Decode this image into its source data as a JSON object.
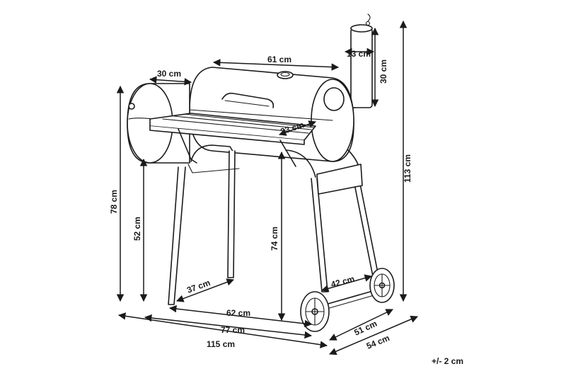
{
  "dimensions": {
    "firebox_top_length": "61 cm",
    "chimney_diameter": "13 cm",
    "chimney_height": "30 cm",
    "side_box_length": "30 cm",
    "shelf_depth": "23 cm",
    "total_height": "113 cm",
    "side_height": "78 cm",
    "side_shelf_height": "52 cm",
    "front_shelf_height": "74 cm",
    "leg_span": "37 cm",
    "wheel_axle": "42 cm",
    "base_length_62": "62 cm",
    "base_length_77": "77 cm",
    "total_length": "115 cm",
    "depth_51": "51 cm",
    "depth_54": "54 cm"
  },
  "tolerance": "+/- 2 cm",
  "colors": {
    "line": "#1a1a1a",
    "background": "#ffffff"
  }
}
